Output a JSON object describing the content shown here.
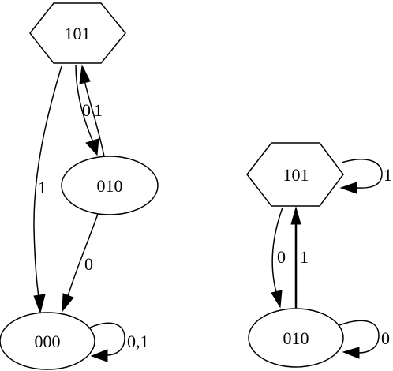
{
  "graphs": [
    {
      "nodes": {
        "n101": {
          "label": "101",
          "shape": "hexagon"
        },
        "n010": {
          "label": "010",
          "shape": "ellipse"
        },
        "n000": {
          "label": "000",
          "shape": "ellipse"
        }
      },
      "edges": {
        "e101_010": {
          "from": "101",
          "to": "010",
          "label": "0"
        },
        "e010_101": {
          "from": "010",
          "to": "101",
          "label": "1"
        },
        "e101_000": {
          "from": "101",
          "to": "000",
          "label": "1"
        },
        "e010_000": {
          "from": "010",
          "to": "000",
          "label": "0"
        },
        "e000_000": {
          "from": "000",
          "to": "000",
          "label": "0,1"
        }
      }
    },
    {
      "nodes": {
        "n101": {
          "label": "101",
          "shape": "hexagon"
        },
        "n010": {
          "label": "010",
          "shape": "ellipse"
        }
      },
      "edges": {
        "e101_101": {
          "from": "101",
          "to": "101",
          "label": "1"
        },
        "e101_010": {
          "from": "101",
          "to": "010",
          "label": "0"
        },
        "e010_101": {
          "from": "010",
          "to": "101",
          "label": "1"
        },
        "e010_010": {
          "from": "010",
          "to": "010",
          "label": "0"
        }
      }
    }
  ]
}
